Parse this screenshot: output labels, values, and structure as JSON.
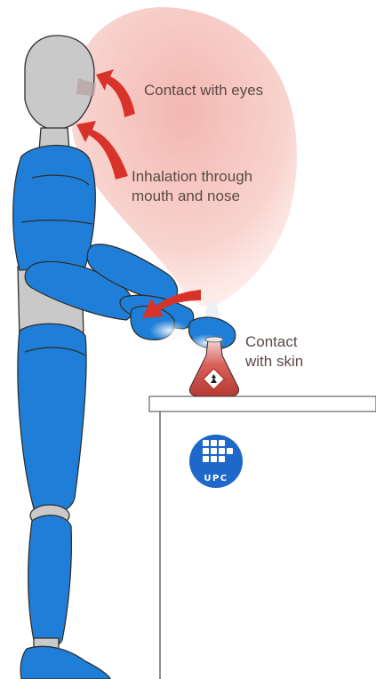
{
  "labels": {
    "eyes": "Contact with eyes",
    "inhalation_line1": "Inhalation through",
    "inhalation_line2": "mouth and nose",
    "skin_line1": "Contact",
    "skin_line2": "with skin"
  },
  "logo": {
    "text": "UPC",
    "icon": "upc-logo-icon"
  },
  "colors": {
    "body_blue": "#1f7fd8",
    "head_grey": "#c9c9c9",
    "arrow_red": "#d8332a",
    "vapor": "#f3b3ad",
    "text": "#5a4a47",
    "logo_blue": "#1d68c9"
  }
}
